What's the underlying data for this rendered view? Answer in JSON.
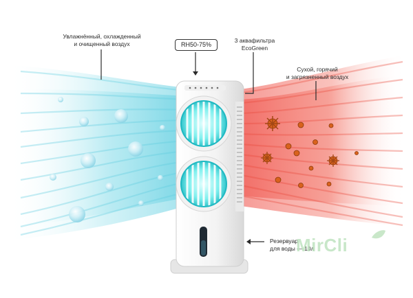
{
  "labels": {
    "cool_air": [
      "Увлажнённый, охлажденный",
      "и очищенный воздух"
    ],
    "humidity": "RH50-75%",
    "filters": [
      "3 аквафильтра",
      "EcoGreen"
    ],
    "hot_air": [
      "Сухой, горячий",
      "и загрязненный воздух"
    ],
    "reservoir": [
      "Резервуар",
      "для воды — 10л"
    ]
  },
  "watermark": "MirCli",
  "colors": {
    "cool_stream": "#6cd3e4",
    "hot_stream": "#ef5143",
    "fan_glow": "#3fe0df",
    "pollutant": "#d9621d",
    "device_body": "#f4f4f4",
    "watermark": "#bfe3c0"
  }
}
